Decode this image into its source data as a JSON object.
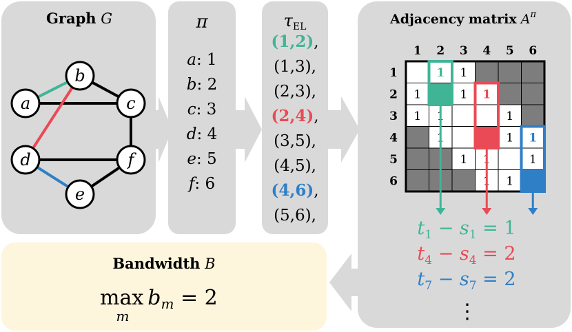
{
  "colors": {
    "panel": "#d9d9d9",
    "arrow": "#d9d9d9",
    "bandwidth_panel": "#fdf5dc",
    "green": "#3fb596",
    "red": "#ea4a55",
    "blue": "#2f7fc6",
    "dark_cell": "#7d7d7d"
  },
  "graph_panel": {
    "title": "Graph",
    "title_symbol": "G",
    "nodes": [
      {
        "id": "a",
        "label": "a"
      },
      {
        "id": "b",
        "label": "b"
      },
      {
        "id": "c",
        "label": "c"
      },
      {
        "id": "d",
        "label": "d"
      },
      {
        "id": "e",
        "label": "e"
      },
      {
        "id": "f",
        "label": "f"
      }
    ],
    "edges": [
      {
        "from": "a",
        "to": "b",
        "color": "green"
      },
      {
        "from": "a",
        "to": "c",
        "color": "black"
      },
      {
        "from": "b",
        "to": "c",
        "color": "black"
      },
      {
        "from": "b",
        "to": "d",
        "color": "red"
      },
      {
        "from": "c",
        "to": "f",
        "color": "black"
      },
      {
        "from": "d",
        "to": "f",
        "color": "black"
      },
      {
        "from": "d",
        "to": "e",
        "color": "blue"
      },
      {
        "from": "e",
        "to": "f",
        "color": "black"
      }
    ]
  },
  "pi_panel": {
    "title": "π",
    "items": [
      {
        "node": "a",
        "sep": ": ",
        "value": "1"
      },
      {
        "node": "b",
        "sep": ": ",
        "value": "2"
      },
      {
        "node": "c",
        "sep": ": ",
        "value": "3"
      },
      {
        "node": "d",
        "sep": ": ",
        "value": "4"
      },
      {
        "node": "e",
        "sep": ": ",
        "value": "5"
      },
      {
        "node": "f",
        "sep": ": ",
        "value": "6"
      }
    ]
  },
  "tau_panel": {
    "title": "τ",
    "title_sub": "EL",
    "items": [
      {
        "pair": "(1,2)",
        "sep": ",",
        "highlight": "green"
      },
      {
        "pair": "(1,3)",
        "sep": ",",
        "highlight": "none"
      },
      {
        "pair": "(2,3)",
        "sep": ",",
        "highlight": "none"
      },
      {
        "pair": "(2,4)",
        "sep": ",",
        "highlight": "red"
      },
      {
        "pair": "(3,5)",
        "sep": ",",
        "highlight": "none"
      },
      {
        "pair": "(4,5)",
        "sep": ",",
        "highlight": "none"
      },
      {
        "pair": "(4,6)",
        "sep": ",",
        "highlight": "blue"
      },
      {
        "pair": "(5,6)",
        "sep": ",",
        "highlight": "none"
      }
    ]
  },
  "matrix_panel": {
    "title": "Adjacency matrix",
    "title_symbol": "A",
    "title_sup": "π",
    "col_labels": [
      "1",
      "2",
      "3",
      "4",
      "5",
      "6"
    ],
    "row_labels": [
      "1",
      "2",
      "3",
      "4",
      "5",
      "6"
    ],
    "cells": [
      [
        "",
        "1",
        "1",
        "",
        "",
        ""
      ],
      [
        "1",
        "",
        "1",
        "1",
        "",
        ""
      ],
      [
        "1",
        "1",
        "",
        "",
        "1",
        ""
      ],
      [
        "",
        "1",
        "",
        "",
        "1",
        "1"
      ],
      [
        "",
        "",
        "1",
        "1",
        "",
        "1"
      ],
      [
        "",
        "",
        "",
        "1",
        "1",
        ""
      ]
    ],
    "dark_cells": [
      [
        0,
        3
      ],
      [
        0,
        4
      ],
      [
        0,
        5
      ],
      [
        1,
        4
      ],
      [
        1,
        5
      ],
      [
        2,
        5
      ],
      [
        3,
        0
      ],
      [
        4,
        0
      ],
      [
        4,
        1
      ],
      [
        5,
        0
      ],
      [
        5,
        1
      ],
      [
        5,
        2
      ]
    ],
    "highlight_columns": [
      {
        "col": 1,
        "first_row": 0,
        "last_row": 1,
        "color": "green"
      },
      {
        "col": 3,
        "first_row": 1,
        "last_row": 3,
        "color": "red"
      },
      {
        "col": 5,
        "first_row": 3,
        "last_row": 5,
        "color": "blue"
      }
    ],
    "equations": [
      {
        "t": "t",
        "t_sub": "1",
        "minus": " − ",
        "s": "s",
        "s_sub": "1",
        "eq": " = ",
        "value": "1",
        "color": "green"
      },
      {
        "t": "t",
        "t_sub": "4",
        "minus": " − ",
        "s": "s",
        "s_sub": "4",
        "eq": " = ",
        "value": "2",
        "color": "red"
      },
      {
        "t": "t",
        "t_sub": "7",
        "minus": " − ",
        "s": "s",
        "s_sub": "7",
        "eq": " = ",
        "value": "2",
        "color": "blue"
      }
    ],
    "ellipsis": "⋮"
  },
  "bandwidth_panel": {
    "title": "Bandwidth",
    "title_symbol": "B",
    "formula_max": "max",
    "formula_sub": "m",
    "formula_b": "b",
    "formula_b_sub": "m",
    "formula_eq": " = 2"
  }
}
